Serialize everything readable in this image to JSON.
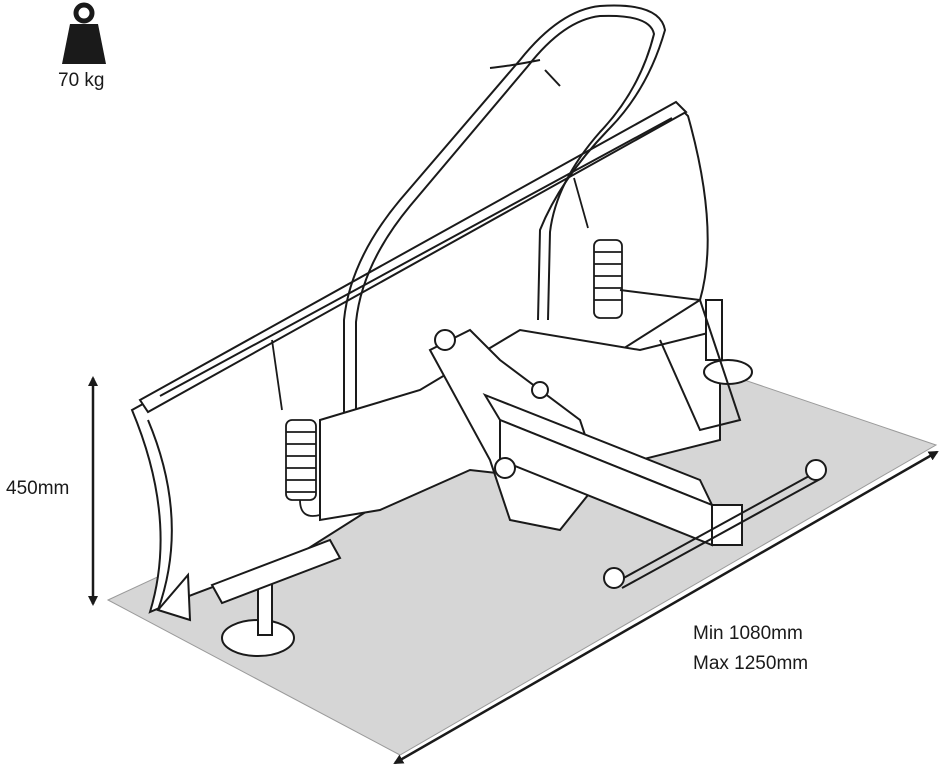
{
  "weight": {
    "icon": "weight-icon",
    "label": "70 kg"
  },
  "height_dimension": {
    "label": "450mm"
  },
  "length_dimension": {
    "min_label": "Min 1080mm",
    "max_label": "Max 1250mm"
  },
  "drawing": {
    "subject": "snow-plow-blade-icon",
    "ground_color": "#d6d6d6",
    "line_color": "#1a1a1a"
  }
}
